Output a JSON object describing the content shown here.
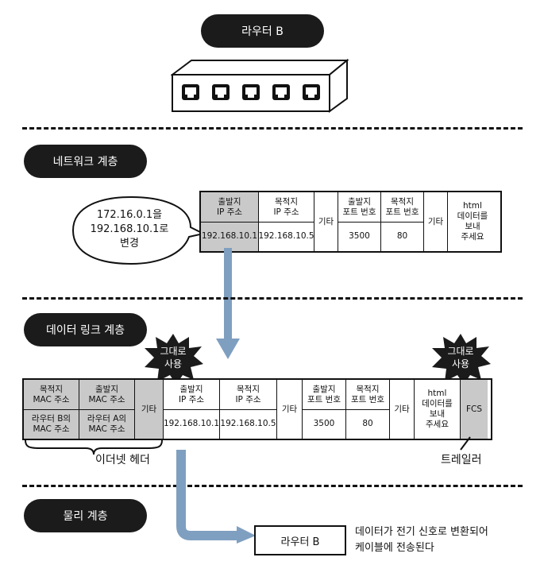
{
  "router_top_label": "라우터 B",
  "network_layer_label": "네트워크 계층",
  "datalink_layer_label": "데이터 링크 계층",
  "physical_layer_label": "물리 계층",
  "speech_bubble": "172.16.0.1을\n192.168.10.1로\n변경",
  "network_packet": {
    "src_ip_header": "출발지\nIP 주소",
    "dst_ip_header": "목적지\nIP 주소",
    "etc1": "기타",
    "src_port_header": "출발지\n포트 번호",
    "dst_port_header": "목적지\n포트 번호",
    "etc2": "기타",
    "payload": "html\n데이터를\n보내\n주세요",
    "src_ip": "192.168.10.1",
    "dst_ip": "192.168.10.5",
    "src_port": "3500",
    "dst_port": "80"
  },
  "frame": {
    "dst_mac_header": "목적지\nMAC 주소",
    "src_mac_header": "출발지\nMAC 주소",
    "dst_mac": "라우터 B의\nMAC 주소",
    "src_mac": "라우터 A의\nMAC 주소",
    "etc0": "기타",
    "fcs": "FCS"
  },
  "burst_left": "그대로\n사용",
  "burst_right": "그대로\n사용",
  "ethernet_header_label": "이더넷 헤더",
  "trailer_label": "트레일러",
  "router_bottom_label": "라우터 B",
  "physical_note": "데이터가 전기 신호로 변환되어\n케이블에 전송된다",
  "colors": {
    "highlight": "#c9c9c9",
    "arrow": "#7f9fc0",
    "pill": "#1b1b1b"
  }
}
